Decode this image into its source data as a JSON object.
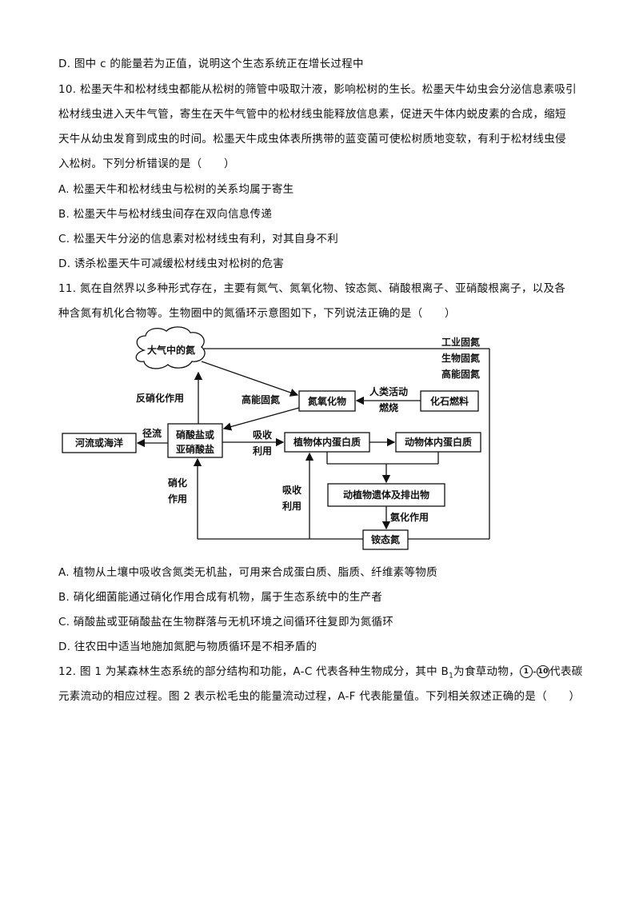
{
  "lines": {
    "q9d": "D. 图中 c 的能量若为正值，说明这个生态系统正在增长过程中",
    "q10_1": "10. 松墨天牛和松材线虫都能从松树的筛管中吸取汁液，影响松树的生长。松墨天牛幼虫会分泌信息素吸引",
    "q10_2": "松材线虫进入天牛气管，寄生在天牛气管中的松材线虫能释放信息素，促进天牛体内蜕皮素的合成，缩短",
    "q10_3": "天牛从幼虫发育到成虫的时间。松墨天牛成虫体表所携带的蓝变菌可使松树质地变软，有利于松材线虫侵",
    "q10_4": "入松树。下列分析错误的是（　　）",
    "q10a": "A. 松墨天牛和松材线虫与松树的关系均属于寄生",
    "q10b": "B. 松墨天牛与松材线虫间存在双向信息传递",
    "q10c": "C. 松墨天牛分泌的信息素对松材线虫有利，对其自身不利",
    "q10d": "D. 诱杀松墨天牛可减缓松材线虫对松树的危害",
    "q11_1": "11. 氮在自然界以多种形式存在，主要有氮气、氮氧化物、铵态氮、硝酸根离子、亚硝酸根离子，以及各",
    "q11_2": "种含氮有机化合物等。生物圈中的氮循环示意图如下，下列说法正确的是（　　）",
    "q11a": "A. 植物从土壤中吸收含氮类无机盐，可用来合成蛋白质、脂质、纤维素等物质",
    "q11b": "B. 硝化细菌能通过硝化作用合成有机物，属于生态系统中的生产者",
    "q11c": "C. 硝酸盐或亚硝酸盐在生物群落与无机环境之间循环往复即为氮循环",
    "q11d": "D. 往农田中适当地施加氮肥与物质循环是不相矛盾的",
    "q12_1a": "12. 图 1 为某森林生态系统的部分结构和功能，A-C 代表各种生物成分，其中 B",
    "q12_1sub": "1",
    "q12_1b": "为食草动物，",
    "q12_1c1": "1",
    "q12_1dash": "-",
    "q12_1c2": "10",
    "q12_1d": "代表碳",
    "q12_2": "元素流动的相应过程。图 2 表示松毛虫的能量流动过程，A-F 代表能量值。下列相关叙述正确的是（　　）"
  },
  "diagram": {
    "atmosphere": "大气中的氮",
    "nox": "氮氧化物",
    "fossil": "化石燃料",
    "nitrate1": "硝酸盐或",
    "nitrate2": "亚硝酸盐",
    "river": "河流或海洋",
    "plant_protein": "植物体内蛋白质",
    "animal_protein": "动物体内蛋白质",
    "remains": "动植物遗体及排出物",
    "ammonium": "铵态氮",
    "industrial": "工业固氮",
    "bio_fix": "生物固氮",
    "high_energy_fix_right": "高能固氮",
    "denitrification": "反硝化作用",
    "high_energy_fix": "高能固氮",
    "human_activity": "人类活动",
    "burning": "燃烧",
    "runoff": "径流",
    "absorb1": "吸收",
    "use1": "利用",
    "nitrification1": "硝化",
    "nitrification2": "作用",
    "absorb2": "吸收",
    "use2": "利用",
    "ammonification": "氨化作用"
  }
}
